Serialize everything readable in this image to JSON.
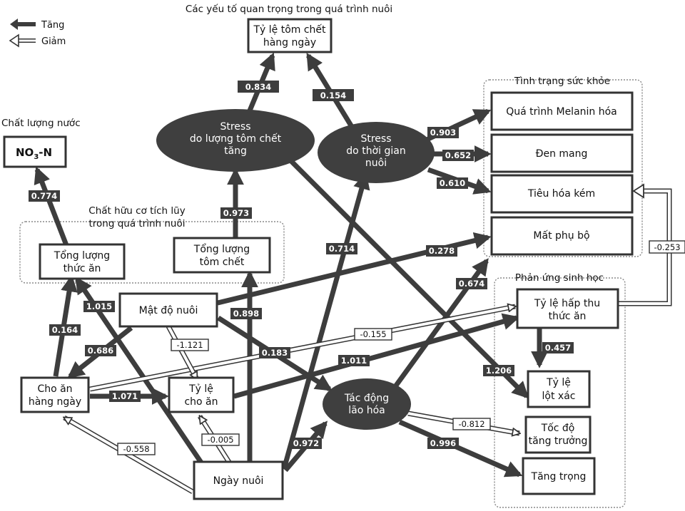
{
  "title": "Các yếu tố quan trọng trong quá trình nuôi",
  "legend": {
    "increase": "Tăng",
    "decrease": "Giảm"
  },
  "groups": {
    "water_quality": "Chất lượng nước",
    "health": "Tình trạng sức khỏe",
    "organic_line1": "Chất hữu cơ tích lũy",
    "organic_line2": "trong quá trình nuôi",
    "bio_response": "Phản ứng sinh học"
  },
  "nodes": {
    "mortality_rate": [
      "Tỷ lệ tôm chết",
      "hàng ngày"
    ],
    "no3_main": "NO",
    "no3_sub": "3",
    "no3_suffix": "-N",
    "stress_mortality": [
      "Stress",
      "do lượng tôm chết",
      "tăng"
    ],
    "stress_time": [
      "Stress",
      "do thời gian",
      "nuôi"
    ],
    "melanin": "Quá trình Melanin hóa",
    "black_gill": "Đen mang",
    "poor_digestion": "Tiêu hóa kém",
    "limb_loss": "Mất phụ bộ",
    "total_feed": [
      "Tổng lượng",
      "thức ăn"
    ],
    "total_dead": [
      "Tổng lượng",
      "tôm chết"
    ],
    "density": "Mật độ nuôi",
    "feed_absorption": [
      "Tỷ lệ hấp thu",
      "thức ăn"
    ],
    "molting": [
      "Tỷ lệ",
      "lột xác"
    ],
    "daily_feed": [
      "Cho ăn",
      "hàng ngày"
    ],
    "feed_rate": [
      "Tỷ lệ",
      "cho ăn"
    ],
    "aging": [
      "Tác động",
      "lão hóa"
    ],
    "growth_rate": [
      "Tốc độ",
      "tăng trưởng"
    ],
    "culture_day": "Ngày nuôi",
    "weight_gain": "Tăng trọng"
  },
  "coefficients": {
    "c0834": "0.834",
    "c0154": "0.154",
    "c0903": "0.903",
    "c0652": "0.652",
    "c0610": "0.610",
    "c0774": "0.774",
    "c0973": "0.973",
    "c0714": "0.714",
    "c0278": "0.278",
    "cm0253": "-0.253",
    "c0674": "0.674",
    "c1015": "1.015",
    "c0898": "0.898",
    "c0164": "0.164",
    "cm0155": "-0.155",
    "cm1121": "-1.121",
    "c0686": "0.686",
    "c0183": "0.183",
    "c1011": "1.011",
    "c0457": "0.457",
    "c1206": "1.206",
    "c1071": "1.071",
    "cm0812": "-0.812",
    "cm0005": "-0.005",
    "cm0558": "-0.558",
    "c0972": "0.972",
    "c0996": "0.996"
  },
  "colors": {
    "dark_arrow": "#3d3d3d",
    "oval_fill": "#3f3f3f",
    "dotted_border": "#888888"
  }
}
